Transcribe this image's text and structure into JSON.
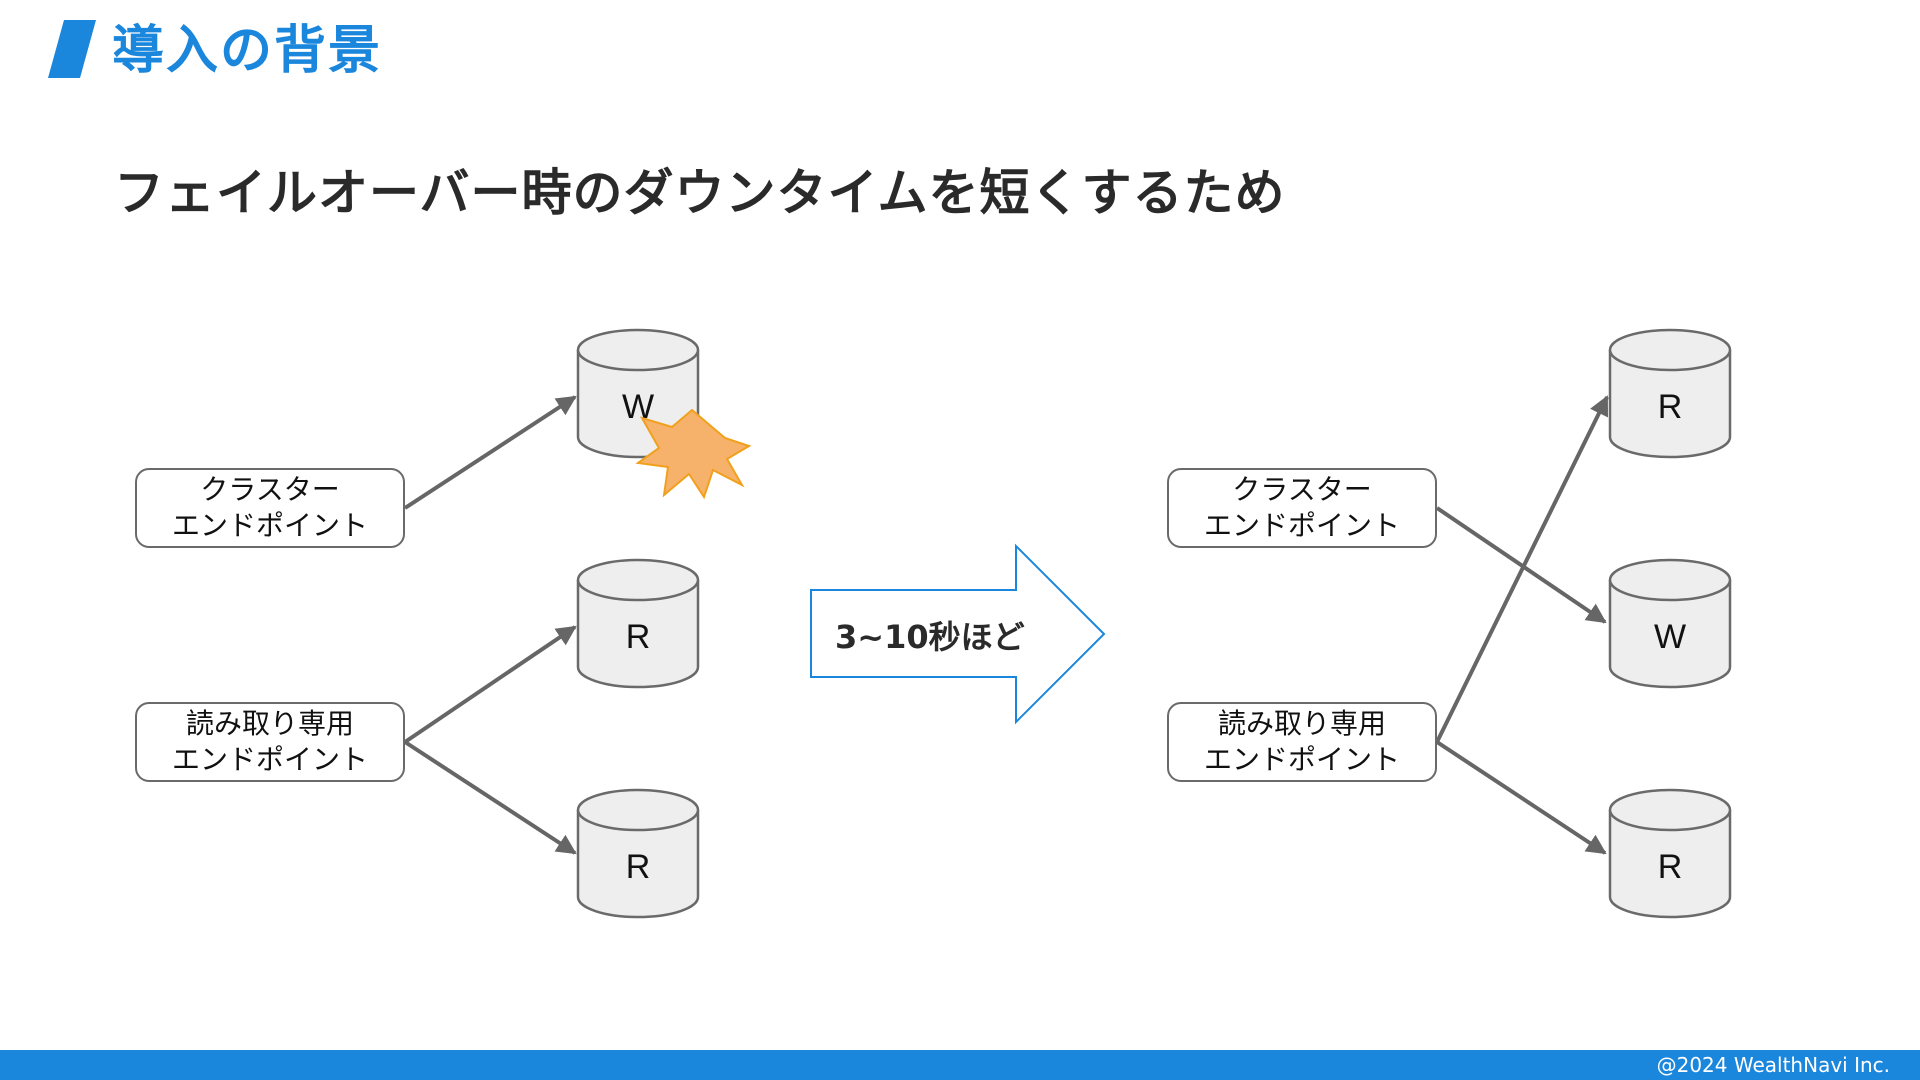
{
  "header": {
    "title": "導入の背景",
    "accent_color": "#1a86dc"
  },
  "subtitle": "フェイルオーバー時のダウンタイムを短くするため",
  "before": {
    "cluster_endpoint": [
      "クラスター",
      "エンドポイント"
    ],
    "reader_endpoint": [
      "読み取り専用",
      "エンドポイント"
    ],
    "databases": [
      "W",
      "R",
      "R"
    ]
  },
  "transition": {
    "label": "3~10秒ほど",
    "icon": "right-arrow-icon"
  },
  "after": {
    "cluster_endpoint": [
      "クラスター",
      "エンドポイント"
    ],
    "reader_endpoint": [
      "読み取り専用",
      "エンドポイント"
    ],
    "databases": [
      "R",
      "W",
      "R"
    ]
  },
  "failure_marker": {
    "icon": "explosion-icon",
    "fill": "#f6b26b",
    "stroke": "#f1a01c"
  },
  "footer": {
    "copyright": "@2024 WealthNavi Inc.",
    "color": "#1a86dc"
  }
}
